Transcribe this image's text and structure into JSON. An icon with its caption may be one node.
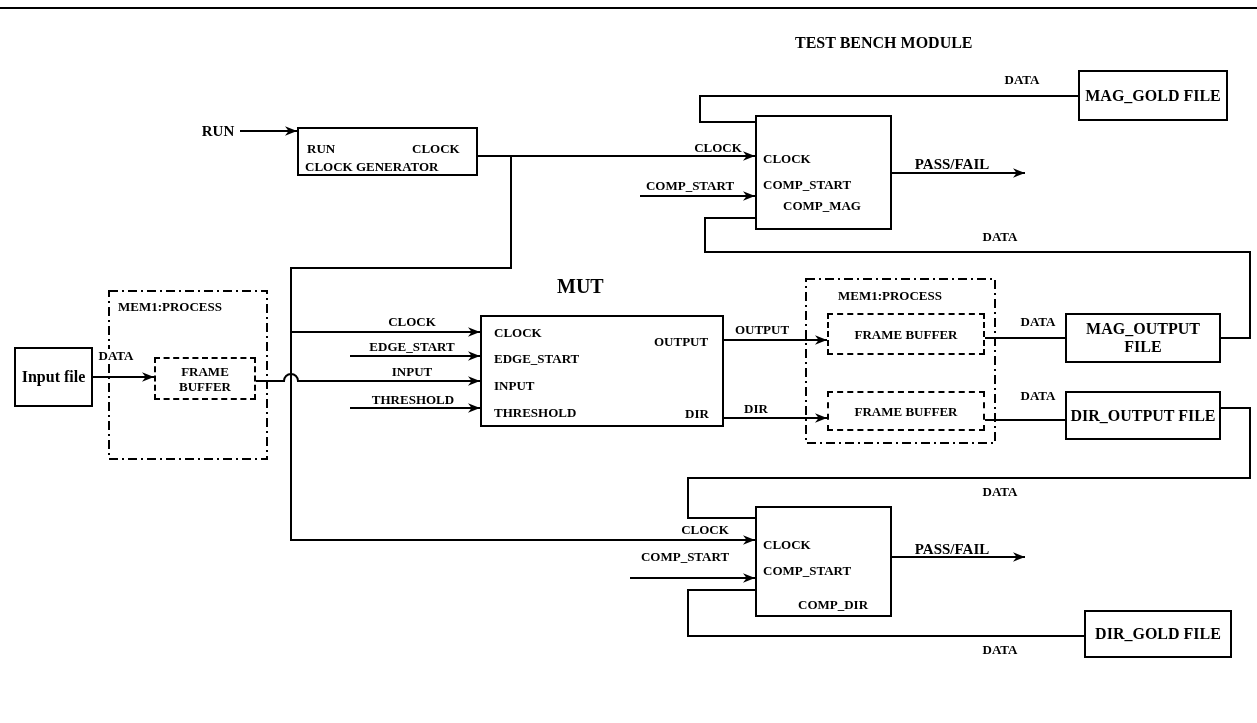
{
  "diagram": {
    "title": "TEST BENCH MODULE",
    "nodes": [
      {
        "text": [
          "RUN",
          "CLOCK",
          "CLOCK GENERATOR"
        ]
      },
      {
        "text": [
          "MEM1:PROCESS"
        ]
      },
      {
        "text": [
          "FRAME BUFFER"
        ],
        "in": 1
      },
      {
        "text": [
          "Input file"
        ]
      },
      {
        "text": [
          "MUT",
          "CLOCK",
          "EDGE_START",
          "INPUT",
          "THRESHOLD",
          "OUTPUT",
          "DIR"
        ]
      },
      {
        "text": [
          "MEM1:PROCESS"
        ]
      },
      {
        "text": [
          "FRAME BUFFER"
        ],
        "in": 5
      },
      {
        "text": [
          "FRAME BUFFER"
        ],
        "in": 5
      },
      {
        "text": [
          "MAG_OUTPUT FILE"
        ]
      },
      {
        "text": [
          "DIR_OUTPUT FILE"
        ]
      },
      {
        "text": [
          "CLOCK",
          "COMP_START",
          "COMP_MAG"
        ]
      },
      {
        "text": [
          "MAG_GOLD FILE"
        ]
      },
      {
        "text": [
          "CLOCK",
          "COMP_START",
          "COMP_DIR"
        ]
      },
      {
        "text": [
          "DIR_GOLD FILE"
        ]
      }
    ],
    "edges": [
      {
        "from": null,
        "to": 0,
        "label": "RUN",
        "arrow": "to"
      },
      {
        "from": 0,
        "to": 10,
        "label": "CLOCK",
        "arrow": "to"
      },
      {
        "from": 0,
        "to": 4,
        "label": "CLOCK",
        "arrow": "to"
      },
      {
        "from": 0,
        "to": 12,
        "label": "CLOCK",
        "arrow": "to"
      },
      {
        "from": 3,
        "to": 2,
        "label": "DATA",
        "arrow": "to"
      },
      {
        "from": 2,
        "to": 4,
        "label": "INPUT",
        "arrow": "to"
      },
      {
        "from": null,
        "to": 4,
        "label": "EDGE_START",
        "arrow": "to"
      },
      {
        "from": null,
        "to": 4,
        "label": "THRESHOLD",
        "arrow": "to"
      },
      {
        "from": 4,
        "to": 6,
        "label": "OUTPUT",
        "arrow": "to"
      },
      {
        "from": 4,
        "to": 7,
        "label": "DIR",
        "arrow": "to"
      },
      {
        "from": 6,
        "to": 8,
        "label": "DATA",
        "arrow": "none"
      },
      {
        "from": 7,
        "to": 9,
        "label": "DATA",
        "arrow": "none"
      },
      {
        "from": 11,
        "to": 10,
        "label": "DATA",
        "arrow": "none"
      },
      {
        "from": null,
        "to": 10,
        "label": "COMP_START",
        "arrow": "to"
      },
      {
        "from": 10,
        "to": null,
        "label": "PASS/FAIL",
        "arrow": "to"
      },
      {
        "from": 8,
        "to": 10,
        "label": "DATA",
        "arrow": "none"
      },
      {
        "from": 9,
        "to": 12,
        "label": "DATA",
        "arrow": "none"
      },
      {
        "from": null,
        "to": 12,
        "label": "COMP_START",
        "arrow": "to"
      },
      {
        "from": 12,
        "to": null,
        "label": "PASS/FAIL",
        "arrow": "to"
      },
      {
        "from": 13,
        "to": 12,
        "label": "DATA",
        "arrow": "none"
      }
    ]
  }
}
